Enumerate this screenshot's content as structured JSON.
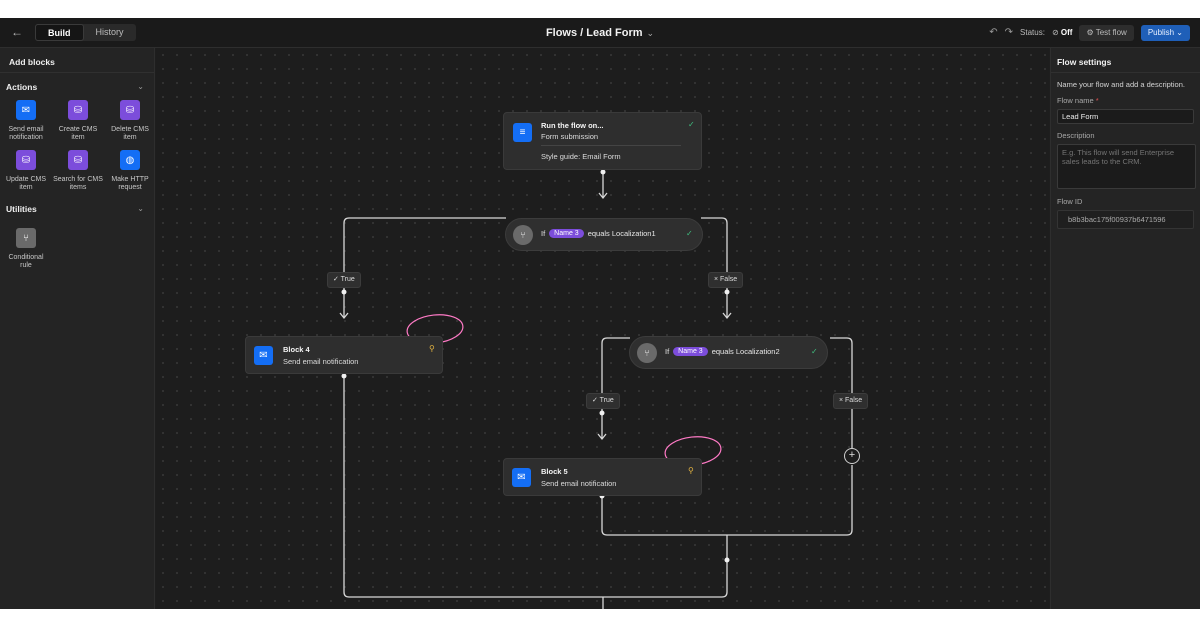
{
  "topbar": {
    "back_icon": "arrow-left-icon",
    "modes": [
      "Build",
      "History"
    ],
    "title": "Flows / Lead Form",
    "status_label": "Status:",
    "status_value": "Off",
    "test_label": "Test flow",
    "publish_label": "Publish"
  },
  "left_panel": {
    "heading": "Add blocks",
    "actions_title": "Actions",
    "actions": [
      {
        "label": "Send email notification",
        "icon": "envelope-icon",
        "color": "#146ef5"
      },
      {
        "label": "Create CMS item",
        "icon": "database-add-icon",
        "color": "#7c4ddb"
      },
      {
        "label": "Delete CMS item",
        "icon": "database-delete-icon",
        "color": "#7c4ddb"
      },
      {
        "label": "Update CMS item",
        "icon": "database-edit-icon",
        "color": "#7c4ddb"
      },
      {
        "label": "Search for CMS items",
        "icon": "database-search-icon",
        "color": "#7c4ddb"
      },
      {
        "label": "Make HTTP request",
        "icon": "globe-icon",
        "color": "#146ef5"
      }
    ],
    "utilities_title": "Utilities",
    "utilities": [
      {
        "label": "Conditional rule",
        "icon": "branch-icon",
        "color": "#6a6a6a"
      }
    ]
  },
  "canvas": {
    "trigger": {
      "title": "Run the flow on...",
      "subtitle": "Form submission",
      "detail": "Style guide: Email Form"
    },
    "condition1": {
      "if": "If",
      "tag": "Name 3",
      "text": "equals Localization1"
    },
    "condition2": {
      "if": "If",
      "tag": "Name 3",
      "text": "equals Localization2"
    },
    "branch_true": "✓ True",
    "branch_false": "× False",
    "block4": {
      "title": "Block 4",
      "subtitle": "Send email notification"
    },
    "block5": {
      "title": "Block 5",
      "subtitle": "Send email notification"
    }
  },
  "right_panel": {
    "heading": "Flow settings",
    "intro": "Name your flow and add a description.",
    "name_label": "Flow name",
    "name_value": "Lead Form",
    "description_label": "Description",
    "description_placeholder": "E.g. This flow will send Enterprise sales leads to the CRM.",
    "id_label": "Flow ID",
    "id_value": "b8b3bac175f00937b6471596"
  }
}
